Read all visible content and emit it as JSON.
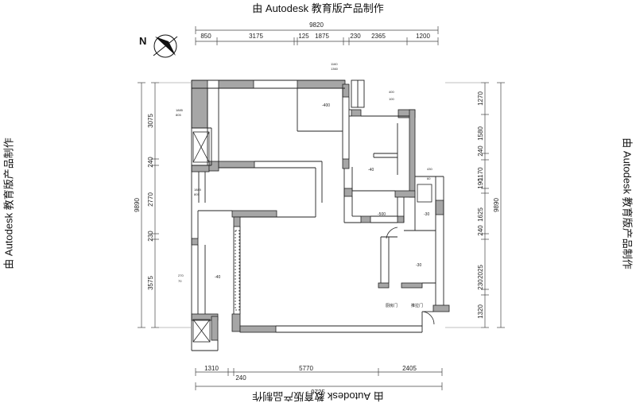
{
  "watermark": "由 Autodesk 教育版产品制作",
  "dimensions": {
    "top_total": "9820",
    "top": [
      "850",
      "3175",
      "125",
      "1875",
      "230",
      "2365",
      "1200"
    ],
    "bottom_total": "9725",
    "bottom": [
      "1310",
      "5770",
      "2405"
    ],
    "bottom_small": "240",
    "left_total": "9890",
    "left": [
      "3075",
      "240",
      "2770",
      "230",
      "3575"
    ],
    "right_total": "9890",
    "right": [
      "1270",
      "1580",
      "240",
      "1170",
      "190",
      "1625",
      "240",
      "2025",
      "230",
      "1320"
    ]
  },
  "room_labels": [
    "-400",
    "-40",
    "-500",
    "-30",
    "-30",
    "-40"
  ],
  "small_notes": [
    "1160",
    "1360",
    "400",
    "100",
    "1885",
    "805",
    "1885",
    "805",
    "430",
    "60",
    "270",
    "70"
  ],
  "door_labels": [
    "厨房门",
    "推拉门"
  ],
  "compass": {
    "letter": "N"
  },
  "colors": {
    "wall_fill": "#a6a6a6",
    "line": "#222222",
    "dim_line": "#444444"
  }
}
